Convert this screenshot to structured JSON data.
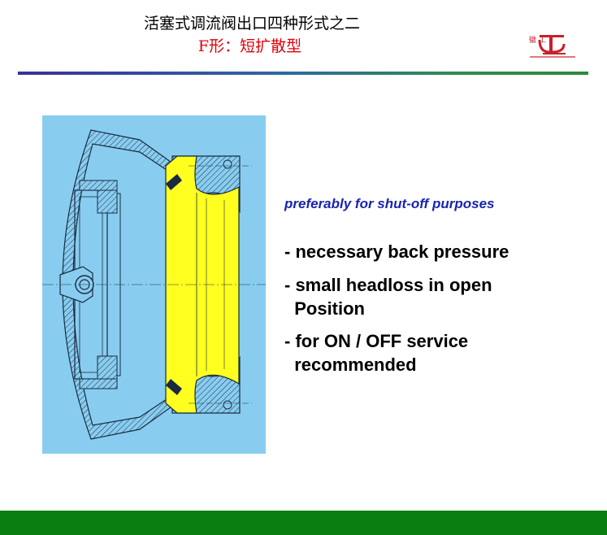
{
  "header": {
    "title": "活塞式调流阀出口四种形式之二",
    "subtitle": "F形：短扩散型",
    "logo_text": "徽  工"
  },
  "content": {
    "subtitle": "preferably for shut-off purposes",
    "bullets": [
      "- necessary back pressure",
      "- small headloss in open\n  Position",
      "- for ON / OFF service\n  recommended"
    ]
  },
  "colors": {
    "title_red": "#e0000a",
    "subtitle_blue": "#1a23b0",
    "figure_bg": "#88cdf0",
    "casting_yellow": "#ffff20",
    "footer_green": "#0a7e10"
  }
}
